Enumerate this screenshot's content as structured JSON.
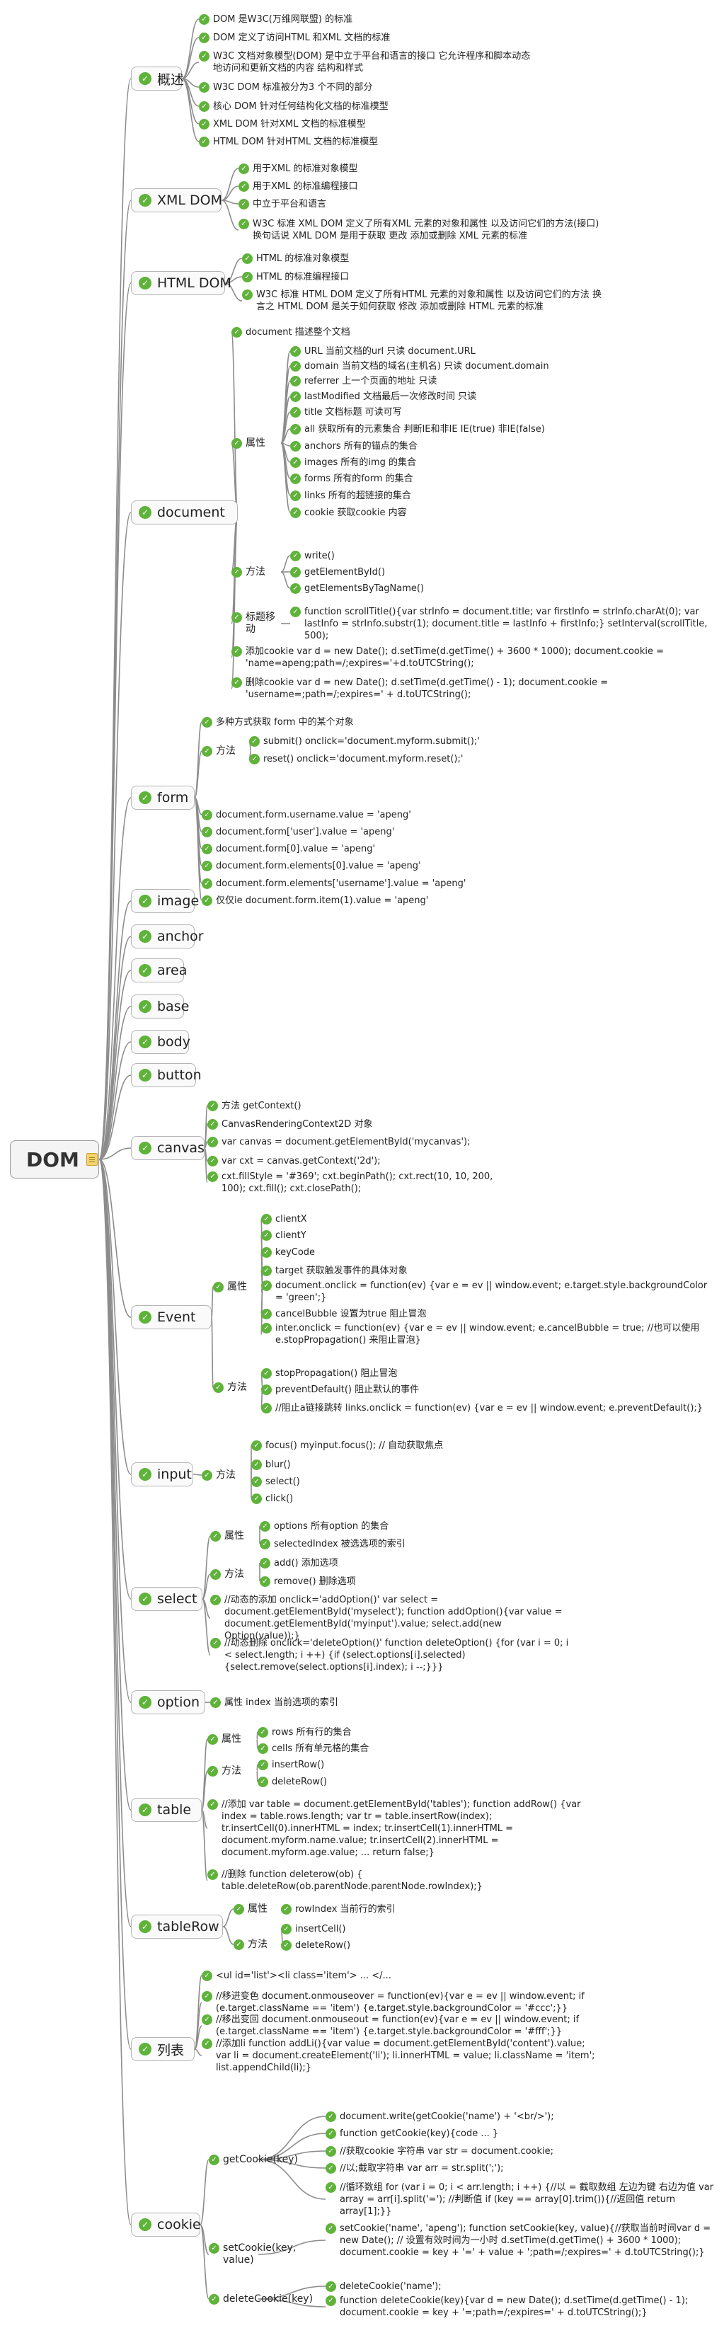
{
  "root": {
    "label": "DOM"
  },
  "branches": [
    {
      "label": "概述",
      "items": [
        {
          "label": "DOM 是W3C(万维网联盟) 的标准"
        },
        {
          "label": "DOM 定义了访问HTML 和XML 文档的标准"
        },
        {
          "label": "W3C 文档对象模型(DOM) 是中立于平台和语言的接口 它允许程序和脚本动态地访问和更新文档的内容 结构和样式"
        },
        {
          "label": "W3C DOM 标准被分为3 个不同的部分"
        },
        {
          "label": "核心 DOM 针对任何结构化文档的标准模型"
        },
        {
          "label": "XML DOM 针对XML 文档的标准模型"
        },
        {
          "label": "HTML DOM 针对HTML 文档的标准模型"
        }
      ]
    },
    {
      "label": "XML DOM",
      "items": [
        {
          "label": "用于XML 的标准对象模型"
        },
        {
          "label": "用于XML 的标准编程接口"
        },
        {
          "label": "中立于平台和语言"
        },
        {
          "label": "W3C 标准 XML DOM 定义了所有XML 元素的对象和属性 以及访问它们的方法(接口) 换句话说 XML DOM 是用于获取 更改 添加或删除 XML 元素的标准"
        }
      ]
    },
    {
      "label": "HTML DOM",
      "items": [
        {
          "label": "HTML 的标准对象模型"
        },
        {
          "label": "HTML 的标准编程接口"
        },
        {
          "label": "W3C 标准 HTML DOM 定义了所有HTML 元素的对象和属性 以及访问它们的方法 换言之 HTML DOM 是关于如何获取 修改 添加或删除 HTML 元素的标准"
        }
      ]
    },
    {
      "label": "document",
      "items": [
        {
          "label": "document 描述整个文档"
        },
        {
          "label": "属性",
          "items": [
            {
              "label": "URL 当前文档的url 只读 document.URL"
            },
            {
              "label": "domain 当前文档的域名(主机名) 只读 document.domain"
            },
            {
              "label": "referrer 上一个页面的地址 只读"
            },
            {
              "label": "lastModified 文档最后一次修改时间 只读"
            },
            {
              "label": "title 文档标题 可读可写"
            },
            {
              "label": "all 获取所有的元素集合 判断IE和非IE IE(true) 非IE(false)"
            },
            {
              "label": "anchors 所有的锚点的集合"
            },
            {
              "label": "images 所有的img 的集合"
            },
            {
              "label": "forms 所有的form 的集合"
            },
            {
              "label": "links 所有的超链接的集合"
            },
            {
              "label": "cookie 获取cookie 内容"
            }
          ]
        },
        {
          "label": "方法",
          "items": [
            {
              "label": "write()"
            },
            {
              "label": "getElementById()"
            },
            {
              "label": "getElementsByTagName()"
            }
          ]
        },
        {
          "label": "标题移动",
          "items": [
            {
              "label": "function scrollTitle(){var strInfo = document.title; var firstInfo = strInfo.charAt(0); var lastInfo = strInfo.substr(1); document.title = lastInfo + firstInfo;} setInterval(scrollTitle, 500);"
            }
          ]
        },
        {
          "label": "添加cookie var d = new Date();  d.setTime(d.getTime() + 3600 * 1000); document.cookie  = 'name=apeng;path=/;expires='+d.toUTCString();"
        },
        {
          "label": "删除cookie var d = new Date(); d.setTime(d.getTime() - 1); document.cookie = 'username=;path=/;expires=' + d.toUTCString();"
        }
      ]
    },
    {
      "label": "form",
      "items": [
        {
          "label": "多种方式获取 form 中的某个对象"
        },
        {
          "label": "方法",
          "items": [
            {
              "label": "submit() onclick='document.myform.submit();'"
            },
            {
              "label": "reset() onclick='document.myform.reset();'"
            }
          ]
        },
        {
          "label": "document.form.username.value = 'apeng'"
        },
        {
          "label": "document.form['user'].value = 'apeng'"
        },
        {
          "label": "document.form[0].value = 'apeng'"
        },
        {
          "label": "document.form.elements[0].value = 'apeng'"
        },
        {
          "label": "document.form.elements['username'].value = 'apeng'"
        },
        {
          "label": "仅仅ie document.form.item(1).value = 'apeng'"
        }
      ]
    },
    {
      "label": "image",
      "items": []
    },
    {
      "label": "anchor",
      "items": []
    },
    {
      "label": "area",
      "items": []
    },
    {
      "label": "base",
      "items": []
    },
    {
      "label": "body",
      "items": []
    },
    {
      "label": "button",
      "items": []
    },
    {
      "label": "canvas",
      "items": [
        {
          "label": "方法 getContext()"
        },
        {
          "label": "CanvasRenderingContext2D 对象"
        },
        {
          "label": "var canvas = document.getElementById('mycanvas');"
        },
        {
          "label": "var cxt = canvas.getContext('2d');"
        },
        {
          "label": "cxt.fillStyle = '#369'; cxt.beginPath(); cxt.rect(10, 10, 200, 100); cxt.fill(); cxt.closePath();"
        }
      ]
    },
    {
      "label": "Event",
      "items": [
        {
          "label": "属性",
          "items": [
            {
              "label": "clientX"
            },
            {
              "label": "clientY"
            },
            {
              "label": "keyCode"
            },
            {
              "label": "target 获取触发事件的具体对象"
            },
            {
              "label": "document.onclick = function(ev) {var e = ev || window.event; e.target.style.backgroundColor = 'green';}"
            },
            {
              "label": "cancelBubble 设置为true 阻止冒泡"
            },
            {
              "label": "inter.onclick = function(ev) {var e = ev || window.event; e.cancelBubble = true; //也可以使用e.stopPropagation() 来阻止冒泡}"
            }
          ]
        },
        {
          "label": "方法",
          "items": [
            {
              "label": "stopPropagation() 阻止冒泡"
            },
            {
              "label": "preventDefault() 阻止默认的事件"
            },
            {
              "label": "//阻止a链接跳转 links.onclick = function(ev) {var e = ev || window.event; e.preventDefault();}"
            }
          ]
        }
      ]
    },
    {
      "label": "input",
      "items": [
        {
          "label": "方法",
          "items": [
            {
              "label": "focus() myinput.focus(); // 自动获取焦点"
            },
            {
              "label": "blur()"
            },
            {
              "label": "select()"
            },
            {
              "label": "click()"
            }
          ]
        }
      ]
    },
    {
      "label": "select",
      "items": [
        {
          "label": "属性",
          "items": [
            {
              "label": "options 所有option 的集合"
            },
            {
              "label": "selectedIndex 被选选项的索引"
            }
          ]
        },
        {
          "label": "方法",
          "items": [
            {
              "label": "add()  添加选项"
            },
            {
              "label": "remove() 删除选项"
            }
          ]
        },
        {
          "label": "//动态的添加 onclick='addOption()' var select = document.getElementById('myselect'); function addOption(){var value = document.getElementById('myinput').value; select.add(new Option(value));}"
        },
        {
          "label": "//动态删除 onclick='deleteOption()' function deleteOption() {for (var i = 0; i < select.length; i ++) {if (select.options[i].selected) {select.remove(select.options[i].index); i --;}}}"
        }
      ]
    },
    {
      "label": "option",
      "items": [
        {
          "label": "属性 index 当前选项的索引"
        }
      ]
    },
    {
      "label": "table",
      "items": [
        {
          "label": "属性",
          "items": [
            {
              "label": "rows 所有行的集合"
            },
            {
              "label": "cells 所有单元格的集合"
            }
          ]
        },
        {
          "label": "方法",
          "items": [
            {
              "label": "insertRow()"
            },
            {
              "label": "deleteRow()"
            }
          ]
        },
        {
          "label": "//添加 var table = document.getElementById('tables'); function addRow() {var index = table.rows.length; var tr = table.insertRow(index); tr.insertCell(0).innerHTML = index; tr.insertCell(1).innerHTML = document.myform.name.value; tr.insertCell(2).innerHTML = document.myform.age.value; ... return false;}"
        },
        {
          "label": "//删除 function deleterow(ob) { table.deleteRow(ob.parentNode.parentNode.rowIndex);}"
        }
      ]
    },
    {
      "label": "tableRow",
      "items": [
        {
          "label": "属性",
          "items": [
            {
              "label": "rowIndex 当前行的索引"
            }
          ]
        },
        {
          "label": "方法",
          "items": [
            {
              "label": "insertCell()"
            },
            {
              "label": "deleteRow()"
            }
          ]
        }
      ]
    },
    {
      "label": "列表",
      "items": [
        {
          "label": "<ul id='list'><li class='item'> ... </..."
        },
        {
          "label": "//移进变色 document.onmouseover = function(ev){var e = ev || window.event; if (e.target.className == 'item') {e.target.style.backgroundColor = '#ccc';}}"
        },
        {
          "label": "//移出变回 document.onmouseout = function(ev){var e = ev || window.event; if (e.target.className == 'item') {e.target.style.backgroundColor = '#fff';}}"
        },
        {
          "label": "//添加li function addLi(){var value = document.getElementById('content').value; var li = document.createElement('li'); li.innerHTML = value; li.className = 'item'; list.appendChild(li);}"
        }
      ]
    },
    {
      "label": "cookie",
      "items": [
        {
          "label": "getCookie(key)",
          "items": [
            {
              "label": "document.write(getCookie('name') + '<br/>');"
            },
            {
              "label": "function getCookie(key){code ... }"
            },
            {
              "label": "//获取cookie 字符串 var str = document.cookie;"
            },
            {
              "label": "//以;截取字符串 var arr = str.split(';');"
            },
            {
              "label": "//循环数组 for (var i = 0; i < arr.length; i ++) {//以 = 截取数组 左边为键 右边为值 var array = arr[i].split('='); //判断值 if (key == array[0].trim()){//返回值 return array[1];}}"
            }
          ]
        },
        {
          "label": "setCookie(key, value)",
          "items": [
            {
              "label": "setCookie('name', 'apeng'); function setCookie(key, value){//获取当前时间var d = new Date(); // 设置有效时间为一小时 d.setTime(d.getTime() + 3600 * 1000); document.cookie = key + '=' + value + ';path=/;expires=' + d.toUTCString();}"
            }
          ]
        },
        {
          "label": "deleteCookie(key)",
          "items": [
            {
              "label": "deleteCookie('name');"
            },
            {
              "label": "function deleteCookie(key){var d = new Date(); d.setTime(d.getTime() - 1); document.cookie = key + '=;path=/;expires=' + d.toUTCString();}"
            }
          ]
        }
      ]
    }
  ]
}
